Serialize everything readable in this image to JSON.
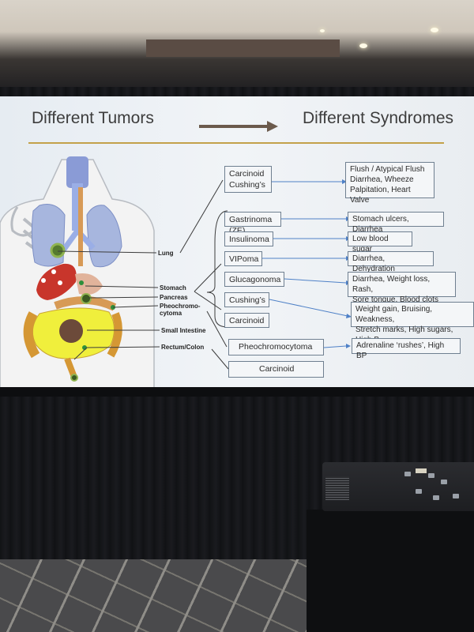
{
  "slide": {
    "left_title": "Different Tumors",
    "right_title": "Different Syndromes",
    "organ_labels": [
      "Lung",
      "Stomach",
      "Pancreas",
      "Pheochromo-\ncytoma",
      "Small Intestine",
      "Rectum/Colon"
    ],
    "tumors": [
      "Carcinoid\nCushing’s",
      "Gastrinoma (ZE)",
      "Insulinoma",
      "VIPoma",
      "Glucagonoma",
      "Cushing’s",
      "Carcinoid",
      "Pheochromocytoma",
      "Carcinoid"
    ],
    "syndromes": [
      "Flush / Atypical Flush\nDiarrhea, Wheeze\nPalpitation, Heart Valve",
      "Stomach ulcers, Diarrhea",
      "Low blood sugar",
      "Diarrhea, Dehydration",
      "Diarrhea, Weight loss, Rash,\nSore tongue, Blood clots",
      "Weight gain, Bruising, Weakness,\nStretch marks, High sugars, High B",
      "Adrenaline ‘rushes’, High BP"
    ],
    "colors": {
      "title_rule": "#c3a14a",
      "arrow": "#6b5a4c",
      "connector": "#4f81c7",
      "box_border": "#6f7f90"
    }
  }
}
